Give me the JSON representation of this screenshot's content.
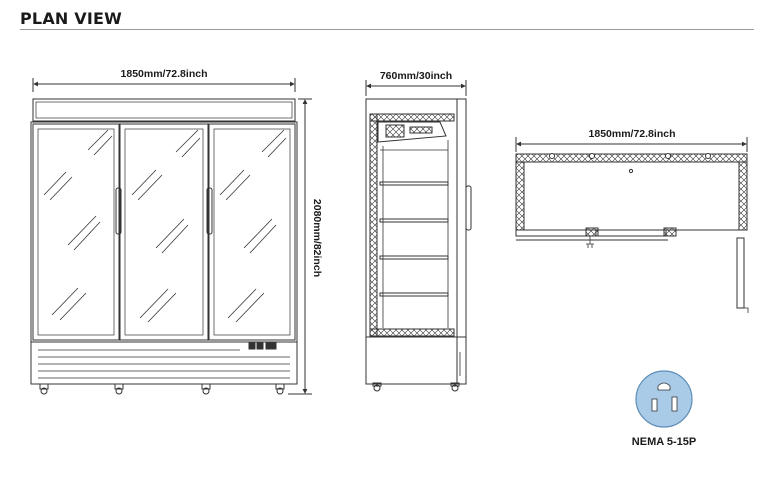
{
  "title": "PLAN VIEW",
  "front_view": {
    "width_label": "1850mm/72.8inch",
    "height_label": "2080mm/82inch"
  },
  "side_view": {
    "depth_label": "760mm/30inch"
  },
  "top_view": {
    "width_label": "1850mm/72.8inch"
  },
  "plug": {
    "label": "NEMA 5-15P",
    "color": "#a9cbe8"
  }
}
